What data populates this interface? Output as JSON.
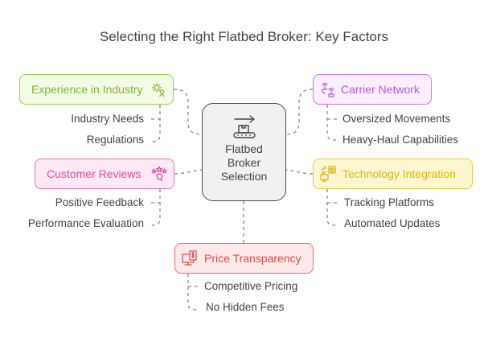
{
  "title": "Selecting the Right Flatbed Broker: Key Factors",
  "center": {
    "label_lines": [
      "Flatbed",
      "Broker",
      "Selection"
    ],
    "icon": "conveyor-box-arrow-icon"
  },
  "factors": [
    {
      "id": "experience",
      "label": "Experience in Industry",
      "icon": "gear-person-icon",
      "color": "#7db33a",
      "items": [
        "Industry Needs",
        "Regulations"
      ]
    },
    {
      "id": "carrier",
      "label": "Carrier Network",
      "icon": "antenna-network-icon",
      "color": "#b35ad8",
      "items": [
        "Oversized Movements",
        "Heavy-Haul Capabilities"
      ]
    },
    {
      "id": "customer",
      "label": "Customer Reviews",
      "icon": "stars-hand-icon",
      "color": "#dc4fa2",
      "items": [
        "Positive Feedback",
        "Performance Evaluation"
      ]
    },
    {
      "id": "technology",
      "label": "Technology Integration",
      "icon": "monitor-sync-table-icon",
      "color": "#d6b715",
      "items": [
        "Tracking Platforms",
        "Automated Updates"
      ]
    },
    {
      "id": "price",
      "label": "Price Transparency",
      "icon": "monitor-dollar-icon",
      "color": "#de4b4b",
      "items": [
        "Competitive Pricing",
        "No Hidden Fees"
      ]
    }
  ]
}
